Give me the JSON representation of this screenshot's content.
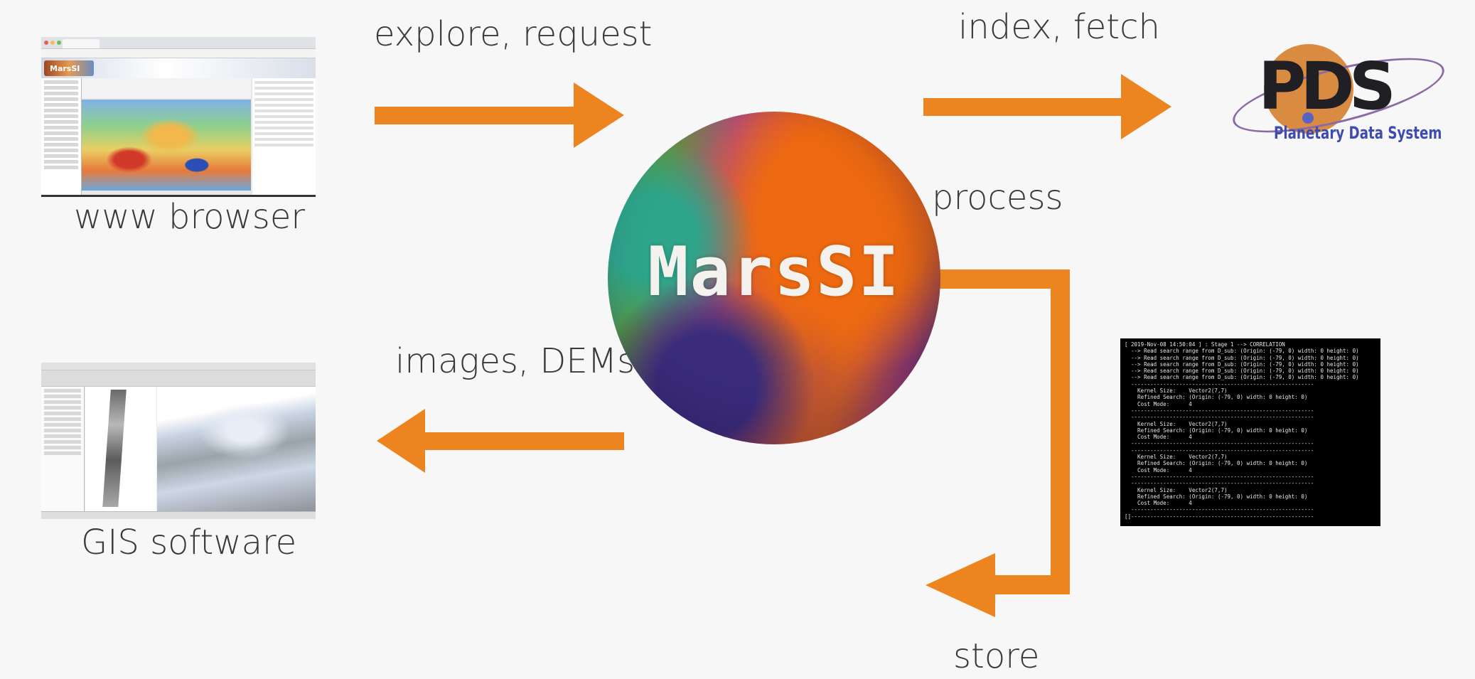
{
  "diagram": {
    "center": {
      "label": "MarsSI"
    },
    "labels": {
      "explore": "explore, request",
      "index": "index, fetch",
      "process": "process",
      "images": "images, DEMs",
      "store": "store",
      "browser": "www browser",
      "gis": "GIS software"
    },
    "pds": {
      "letters": "PDS",
      "subtitle": "Planetary Data System"
    },
    "browser_thumbnail": {
      "logo_text": "MarsSI"
    },
    "terminal_lines": [
      "[ 2019-Nov-08 14:50:04 ] : Stage 1 --> CORRELATION",
      "  --> Read search range from D_sub: (Origin: (-79, 0) width: 0 height: 0)",
      "  --> Read search range from D_sub: (Origin: (-79, 0) width: 0 height: 0)",
      "  --> Read search range from D_sub: (Origin: (-79, 0) width: 0 height: 0)",
      "  --> Read search range from D_sub: (Origin: (-79, 0) width: 0 height: 0)",
      "  --> Read search range from D_sub: (Origin: (-79, 0) width: 0 height: 0)",
      "  ---------------------------------------------------------",
      "    Kernel Size:    Vector2(7,7)",
      "    Refined Search: (Origin: (-79, 0) width: 0 height: 0)",
      "    Cost Mode:      4",
      "  ---------------------------------------------------------",
      "  ---------------------------------------------------------",
      "    Kernel Size:    Vector2(7,7)",
      "    Refined Search: (Origin: (-79, 0) width: 0 height: 0)",
      "    Cost Mode:      4",
      "  ---------------------------------------------------------",
      "  ---------------------------------------------------------",
      "    Kernel Size:    Vector2(7,7)",
      "    Refined Search: (Origin: (-79, 0) width: 0 height: 0)",
      "    Cost Mode:      4",
      "  ---------------------------------------------------------",
      "  ---------------------------------------------------------",
      "    Kernel Size:    Vector2(7,7)",
      "    Refined Search: (Origin: (-79, 0) width: 0 height: 0)",
      "    Cost Mode:      4",
      "  ---------------------------------------------------------",
      "[]---------------------------------------------------------"
    ],
    "colors": {
      "arrow": "#ec8420",
      "background": "#f7f7f7",
      "label_text": "#3a3a3a"
    }
  }
}
